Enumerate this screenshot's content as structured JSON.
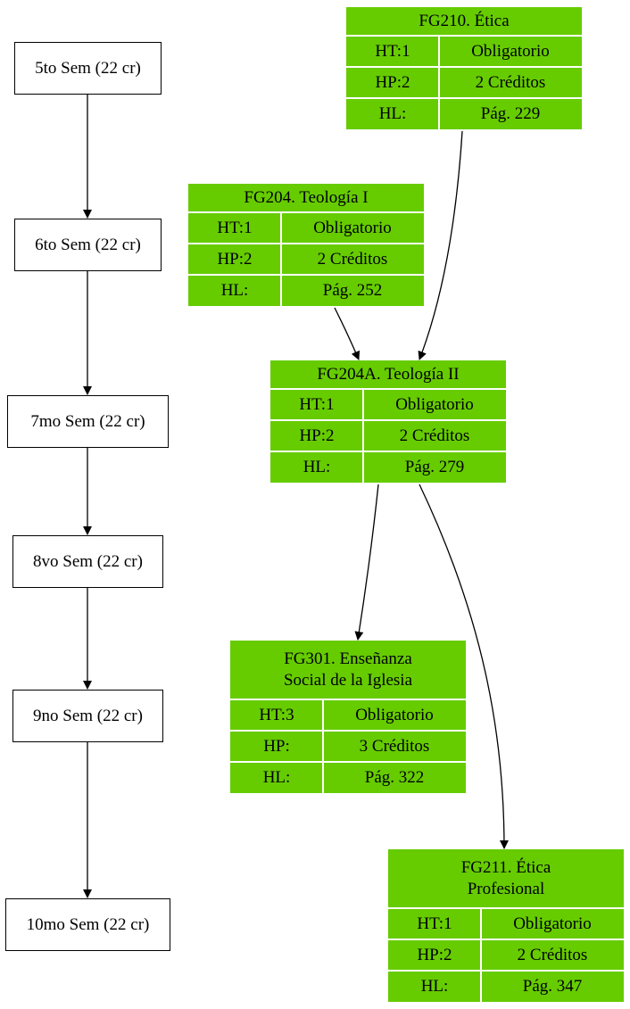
{
  "semesters": [
    {
      "label": "5to Sem (22 cr)"
    },
    {
      "label": "6to Sem (22 cr)"
    },
    {
      "label": "7mo Sem (22 cr)"
    },
    {
      "label": "8vo Sem (22 cr)"
    },
    {
      "label": "9no Sem (22 cr)"
    },
    {
      "label": "10mo Sem (22 cr)"
    }
  ],
  "courses": {
    "fg210": {
      "title": [
        "FG210. Ética"
      ],
      "rows": [
        [
          "HT:1",
          "Obligatorio"
        ],
        [
          "HP:2",
          "2 Créditos"
        ],
        [
          "HL:",
          "Pág. 229"
        ]
      ]
    },
    "fg204": {
      "title": [
        "FG204. Teología I"
      ],
      "rows": [
        [
          "HT:1",
          "Obligatorio"
        ],
        [
          "HP:2",
          "2 Créditos"
        ],
        [
          "HL:",
          "Pág. 252"
        ]
      ]
    },
    "fg204a": {
      "title": [
        "FG204A. Teología II"
      ],
      "rows": [
        [
          "HT:1",
          "Obligatorio"
        ],
        [
          "HP:2",
          "2 Créditos"
        ],
        [
          "HL:",
          "Pág. 279"
        ]
      ]
    },
    "fg301": {
      "title": [
        "FG301. Enseñanza",
        "Social de la Iglesia"
      ],
      "rows": [
        [
          "HT:3",
          "Obligatorio"
        ],
        [
          "HP:",
          "3 Créditos"
        ],
        [
          "HL:",
          "Pág. 322"
        ]
      ]
    },
    "fg211": {
      "title": [
        "FG211. Ética",
        "Profesional"
      ],
      "rows": [
        [
          "HT:1",
          "Obligatorio"
        ],
        [
          "HP:2",
          "2 Créditos"
        ],
        [
          "HL:",
          "Pág. 347"
        ]
      ]
    }
  },
  "colors": {
    "course_fill": "#66cc00",
    "separator": "#ffffff",
    "edge": "#000000"
  }
}
